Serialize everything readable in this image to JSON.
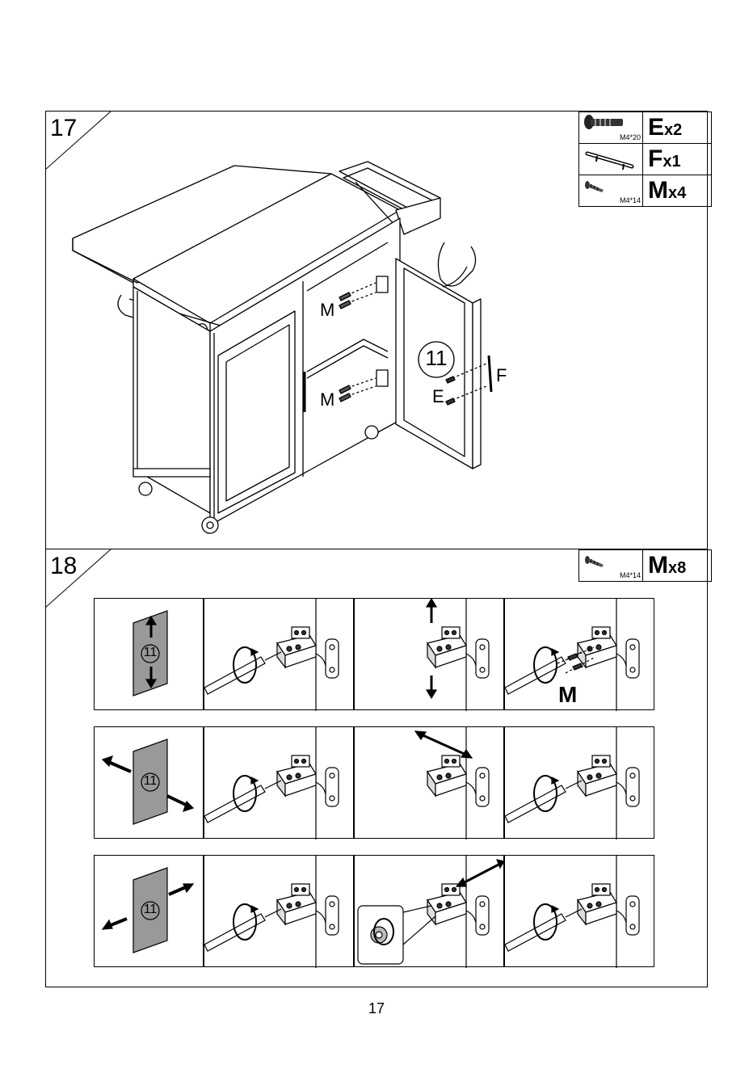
{
  "page_number": "17",
  "footer_text": "",
  "step17": {
    "number": "17",
    "parts": [
      {
        "code": "E",
        "qty": "x2",
        "size": "M4*20",
        "icon": "bolt-icon"
      },
      {
        "code": "F",
        "qty": "x1",
        "size": "",
        "icon": "handle-icon"
      },
      {
        "code": "M",
        "qty": "x4",
        "size": "M4*14",
        "icon": "screw-icon"
      }
    ],
    "labels": {
      "m_upper": "M",
      "m_lower": "M",
      "e": "E",
      "f": "F",
      "part_ref": "11"
    }
  },
  "step18": {
    "number": "18",
    "parts": [
      {
        "code": "M",
        "qty": "x8",
        "size": "M4*14",
        "icon": "screw-icon"
      }
    ],
    "part_ref": "11",
    "screw_label": "M"
  }
}
